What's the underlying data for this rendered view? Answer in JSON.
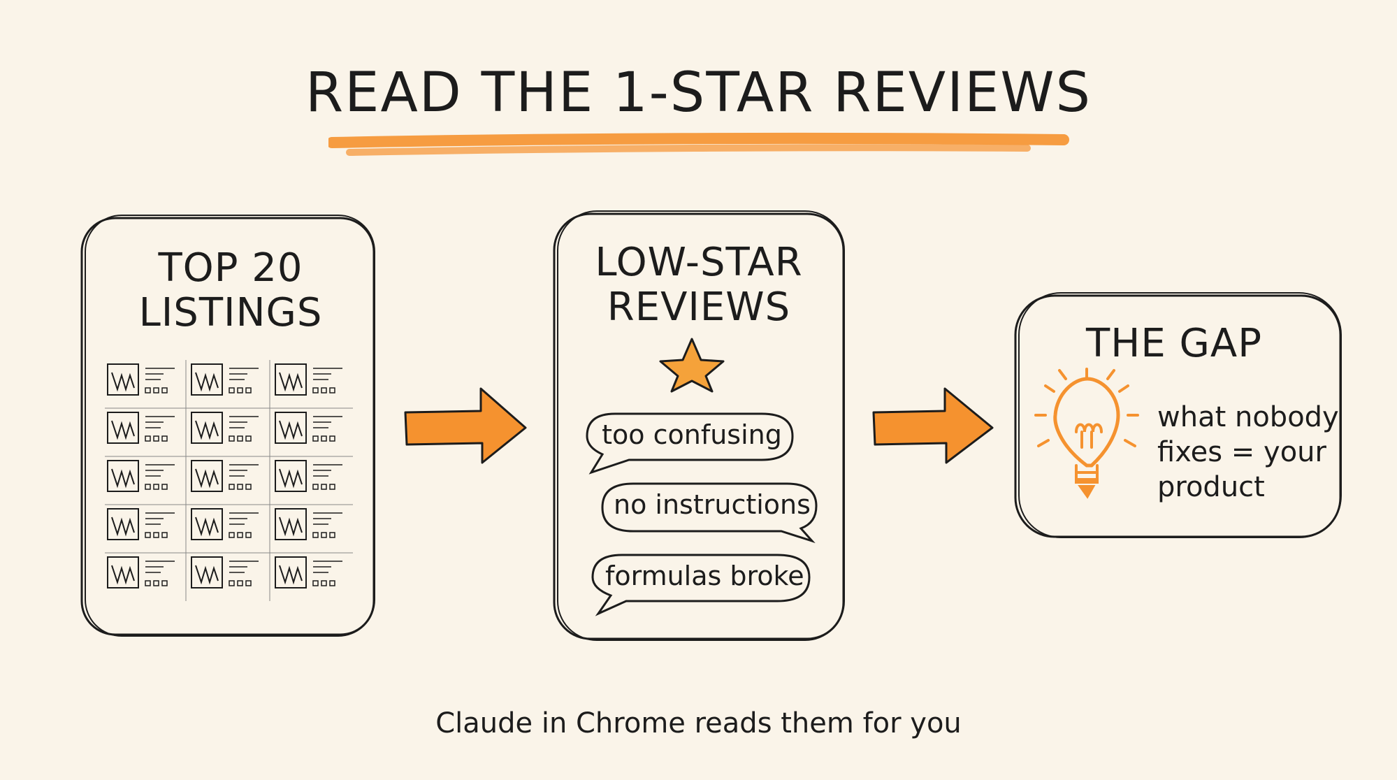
{
  "title": "READ THE 1-STAR REVIEWS",
  "steps": [
    {
      "heading_lines": [
        "TOP 20",
        "LISTINGS"
      ]
    },
    {
      "heading_lines": [
        "LOW-STAR",
        "REVIEWS"
      ],
      "quotes": [
        "too confusing",
        "no instructions",
        "formulas broke"
      ]
    },
    {
      "heading_lines": [
        "THE GAP"
      ],
      "text_lines": [
        "what nobody",
        "fixes = your",
        "product"
      ]
    }
  ],
  "caption": "Claude in Chrome reads them for you",
  "colors": {
    "accent": "#f5922f",
    "ink": "#1c1c1c",
    "background": "#faf4e9"
  },
  "icons": [
    "listing-thumbnail-icon",
    "star-icon",
    "arrow-right-icon",
    "lightbulb-icon"
  ]
}
